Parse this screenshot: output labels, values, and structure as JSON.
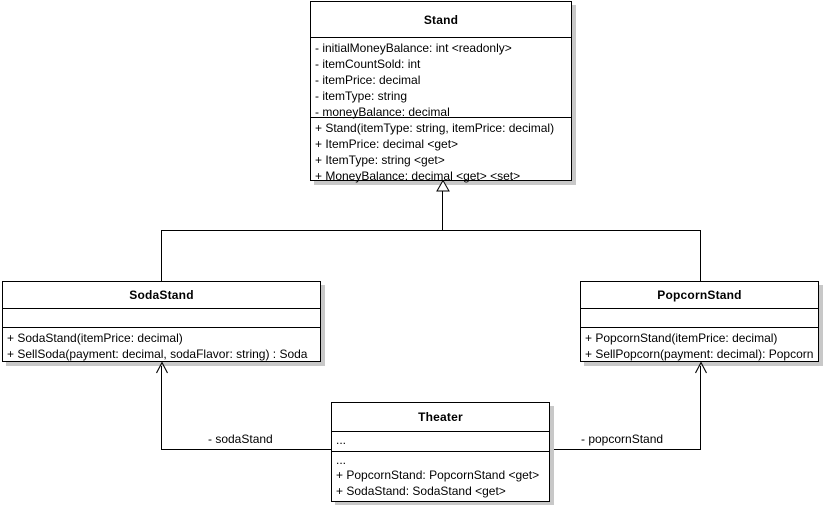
{
  "diagram": {
    "type": "uml-class-diagram",
    "classes": [
      {
        "id": "stand",
        "name": "Stand",
        "attributes": [
          "- initialMoneyBalance: int <readonly>",
          "- itemCountSold: int",
          "- itemPrice: decimal",
          "- itemType: string",
          "- moneyBalance: decimal"
        ],
        "operations": [
          "+ Stand(itemType: string, itemPrice: decimal)",
          "+ ItemPrice: decimal <get>",
          "+ ItemType: string <get>",
          "+ MoneyBalance: decimal <get> <set>"
        ]
      },
      {
        "id": "sodastand",
        "name": "SodaStand",
        "attributes": [],
        "operations": [
          "+ SodaStand(itemPrice: decimal)",
          "+ SellSoda(payment: decimal, sodaFlavor: string) : Soda"
        ]
      },
      {
        "id": "popcornstand",
        "name": "PopcornStand",
        "attributes": [],
        "operations": [
          "+ PopcornStand(itemPrice: decimal)",
          "+ SellPopcorn(payment: decimal): Popcorn"
        ]
      },
      {
        "id": "theater",
        "name": "Theater",
        "attributes": [
          "..."
        ],
        "operations": [
          "...",
          "+ PopcornStand: PopcornStand <get>",
          "+ SodaStand: SodaStand <get>"
        ]
      }
    ],
    "relationships": [
      {
        "id": "soda-generalization",
        "kind": "generalization",
        "from": "SodaStand",
        "to": "Stand",
        "label": ""
      },
      {
        "id": "popcorn-generalization",
        "kind": "generalization",
        "from": "PopcornStand",
        "to": "Stand",
        "label": ""
      },
      {
        "id": "theater-sodastand",
        "kind": "association",
        "from": "Theater",
        "to": "SodaStand",
        "label": "- sodaStand"
      },
      {
        "id": "theater-popcornstand",
        "kind": "association",
        "from": "Theater",
        "to": "PopcornStand",
        "label": "- popcornStand"
      }
    ]
  },
  "colors": {
    "background": "#ffffff",
    "border": "#000000",
    "shadow": "#c8c8c8",
    "text": "#000000"
  }
}
